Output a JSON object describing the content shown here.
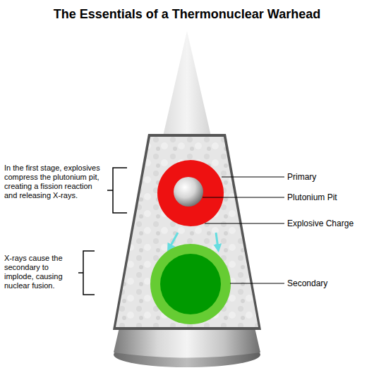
{
  "diagram": {
    "title": "The Essentials of a Thermonuclear Warhead",
    "labels": [
      "In the first stage, explosives compress the plutonium pit, creating a fission reaction and releasing X-rays.",
      "Primary",
      "Plutonium Pit",
      "Explosive Charge",
      "X-rays cause the secondary to implode, causing nuclear fusion.",
      "Secondary"
    ]
  }
}
